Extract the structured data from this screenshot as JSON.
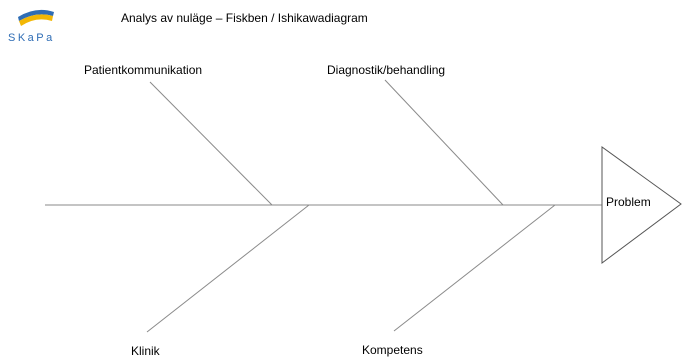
{
  "logo": {
    "text": "SKaPa",
    "colors": {
      "blue": "#2f6db5",
      "yellow": "#f2b705"
    }
  },
  "title": "Analys av nuläge – Fiskben / Ishikawadiagram",
  "categories": {
    "top_left": "Patientkommunikation",
    "top_right": "Diagnostik/behandling",
    "bottom_left": "Klinik",
    "bottom_right": "Kompetens"
  },
  "problem_label": "Problem",
  "colors": {
    "line": "#8a8a8a",
    "text": "#000000"
  }
}
